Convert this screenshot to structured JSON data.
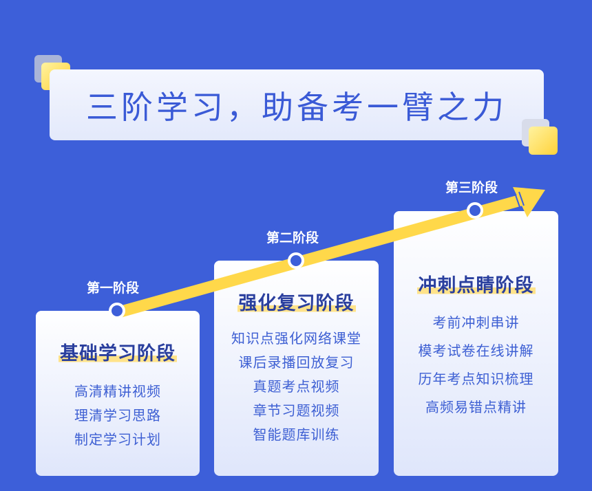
{
  "banner": {
    "title": "三阶学习，助备考一臂之力"
  },
  "colors": {
    "background": "#3d5fd9",
    "accent_yellow": "#ffd84a",
    "title_text": "#3a5ad6",
    "card_title": "#2a3f9e",
    "card_item": "#3d5fd3"
  },
  "stages": [
    {
      "label": "第一阶段",
      "title": "基础学习阶段",
      "items": [
        "高清精讲视频",
        "理清学习思路",
        "制定学习计划"
      ]
    },
    {
      "label": "第二阶段",
      "title": "强化复习阶段",
      "items": [
        "知识点强化网络课堂",
        "课后录播回放复习",
        "真题考点视频",
        "章节习题视频",
        "智能题库训练"
      ]
    },
    {
      "label": "第三阶段",
      "title": "冲刺点睛阶段",
      "items": [
        "考前冲刺串讲",
        "模考试卷在线讲解",
        "历年考点知识梳理",
        "高频易错点精讲"
      ]
    }
  ]
}
